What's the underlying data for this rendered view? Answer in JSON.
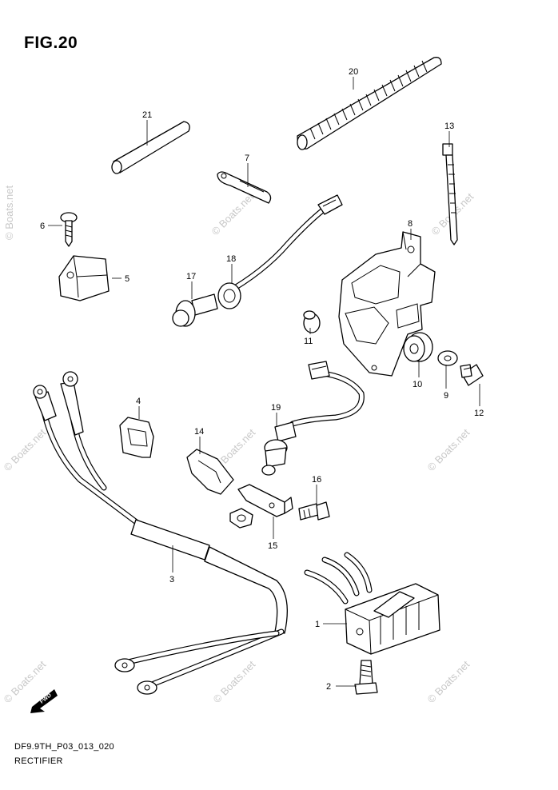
{
  "header": {
    "figure_title": "FIG.20"
  },
  "footer": {
    "drawing_code": "DF9.9TH_P03_013_020",
    "drawing_name": "RECTIFIER"
  },
  "watermark": {
    "text": "© Boats.net",
    "color": "#c8c8c8"
  },
  "orientation_marker": {
    "label": "FWD"
  },
  "callouts": {
    "p1": "1",
    "p2": "2",
    "p3": "3",
    "p4": "4",
    "p5": "5",
    "p6": "6",
    "p7": "7",
    "p8": "8",
    "p9": "9",
    "p10": "10",
    "p11": "11",
    "p12": "12",
    "p13": "13",
    "p14": "14",
    "p15": "15",
    "p16": "16",
    "p17": "17",
    "p18": "18",
    "p19": "19",
    "p20": "20",
    "p21": "21"
  }
}
